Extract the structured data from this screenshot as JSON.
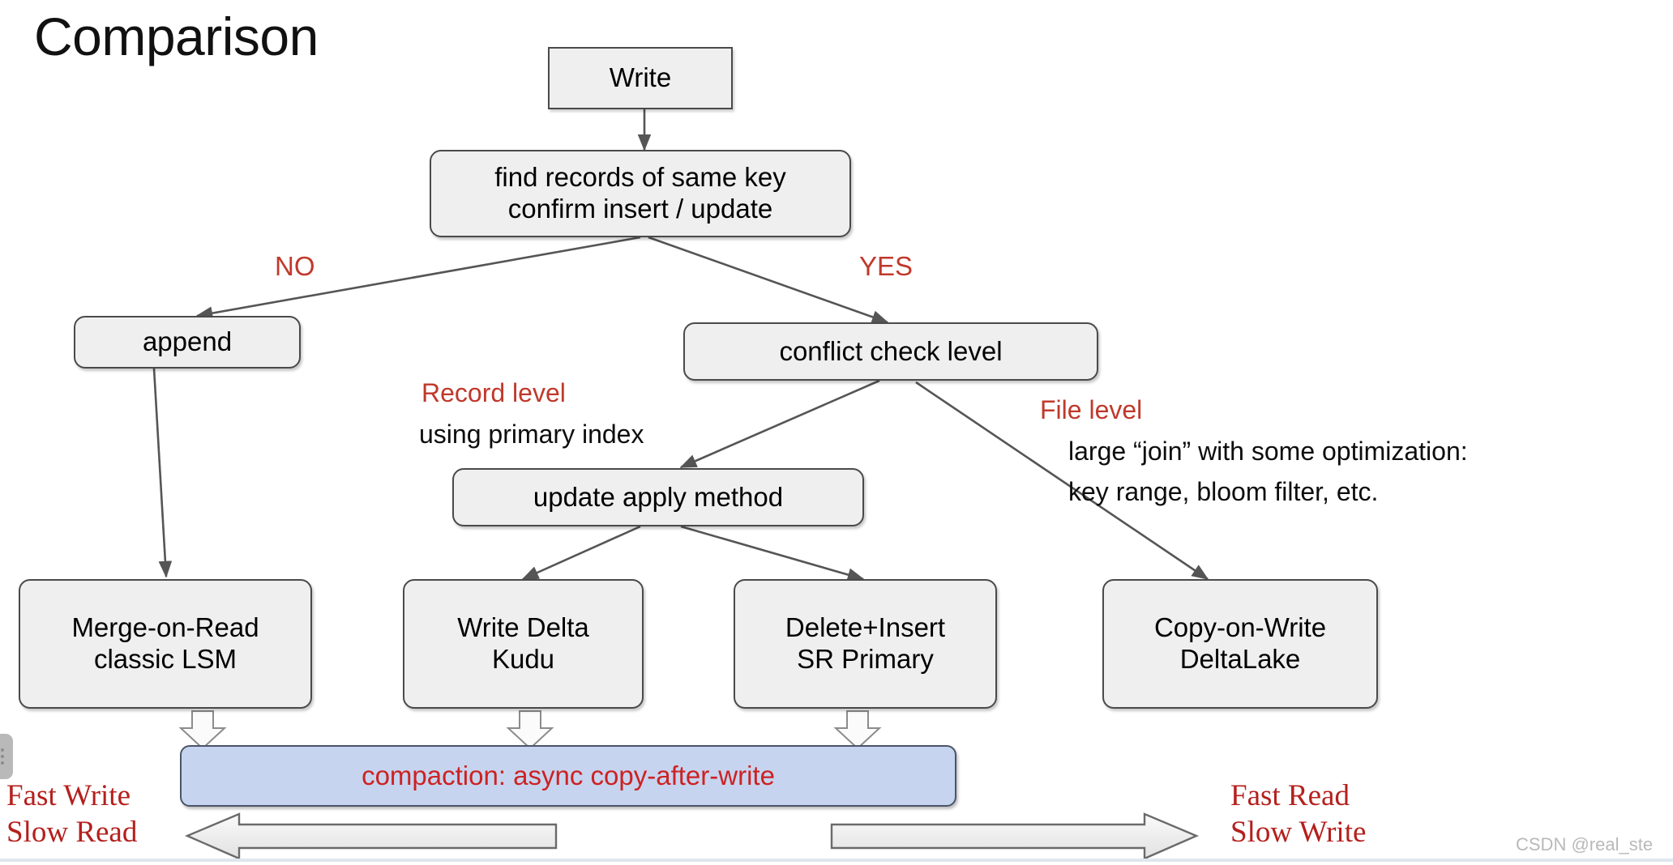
{
  "slide": {
    "title": "Comparison",
    "background": "#ffffff",
    "accent_red": "#c0392b",
    "node_fill": "#efefef",
    "node_border": "#4a4a4a",
    "compaction_fill": "#c7d4ef",
    "watermark": "CSDN @real_ste"
  },
  "nodes": {
    "write": {
      "lines": [
        "Write"
      ]
    },
    "find_records": {
      "lines": [
        "find records of same key",
        "confirm insert / update"
      ]
    },
    "append": {
      "lines": [
        "append"
      ]
    },
    "conflict": {
      "lines": [
        "conflict check level"
      ]
    },
    "update_apply": {
      "lines": [
        "update apply method"
      ]
    },
    "merge_on_read": {
      "lines": [
        "Merge-on-Read",
        "classic LSM"
      ]
    },
    "write_delta": {
      "lines": [
        "Write Delta",
        "Kudu"
      ]
    },
    "delete_insert": {
      "lines": [
        "Delete+Insert",
        "SR Primary"
      ]
    },
    "copy_on_write": {
      "lines": [
        "Copy-on-Write",
        "DeltaLake"
      ]
    }
  },
  "edge_labels": {
    "no": "NO",
    "yes": "YES"
  },
  "annotations": {
    "record_level": "Record level",
    "record_level_detail": "using primary index",
    "file_level": "File level",
    "file_level_detail_1": "large “join” with some optimization:",
    "file_level_detail_2": "key range, bloom filter, etc."
  },
  "compaction": {
    "label": "compaction: async copy-after-write"
  },
  "corner_labels": {
    "left_line1": "Fast Write",
    "left_line2": "Slow Read",
    "right_line1": "Fast Read",
    "right_line2": "Slow Write"
  }
}
